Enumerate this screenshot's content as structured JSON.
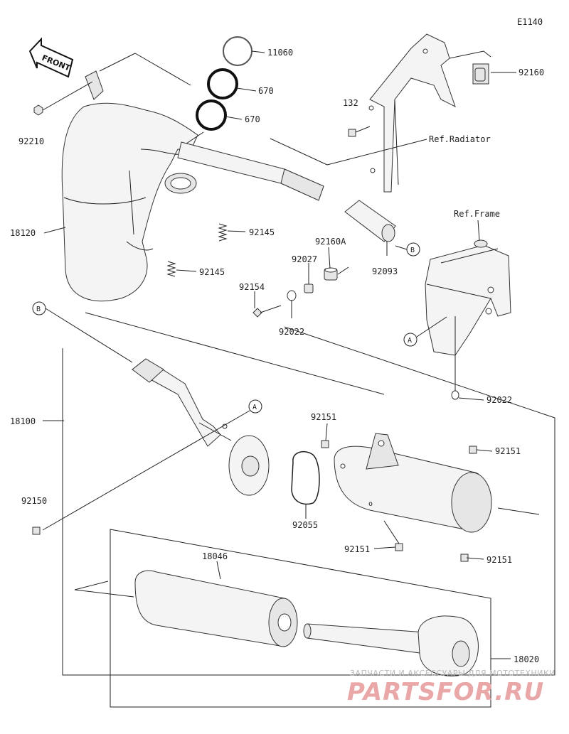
{
  "diagram_code": "E1140",
  "front_label": "FRONT",
  "refs": {
    "radiator": "Ref.Radiator",
    "frame": "Ref.Frame"
  },
  "markers": {
    "a": "A",
    "b": "B"
  },
  "labels": {
    "p11060": "11060",
    "p670a": "670",
    "p670b": "670",
    "p92160": "92160",
    "p132": "132",
    "p92210": "92210",
    "p18120": "18120",
    "p92145a": "92145",
    "p92145b": "92145",
    "p92160A": "92160A",
    "p92027": "92027",
    "p92154": "92154",
    "p92022a": "92022",
    "p92093": "92093",
    "p92022b": "92022",
    "p18100": "18100",
    "p92151a": "92151",
    "p92151b": "92151",
    "p92151c": "92151",
    "p92151d": "92151",
    "p92150": "92150",
    "p92055": "92055",
    "p18046": "18046",
    "p18020": "18020"
  },
  "watermark": {
    "line1": "ЗАПЧАСТИ И АКСЕССУАРЫ ДЛЯ МОТОТЕХНИКИ",
    "line2": "PARTSFOR.RU"
  }
}
